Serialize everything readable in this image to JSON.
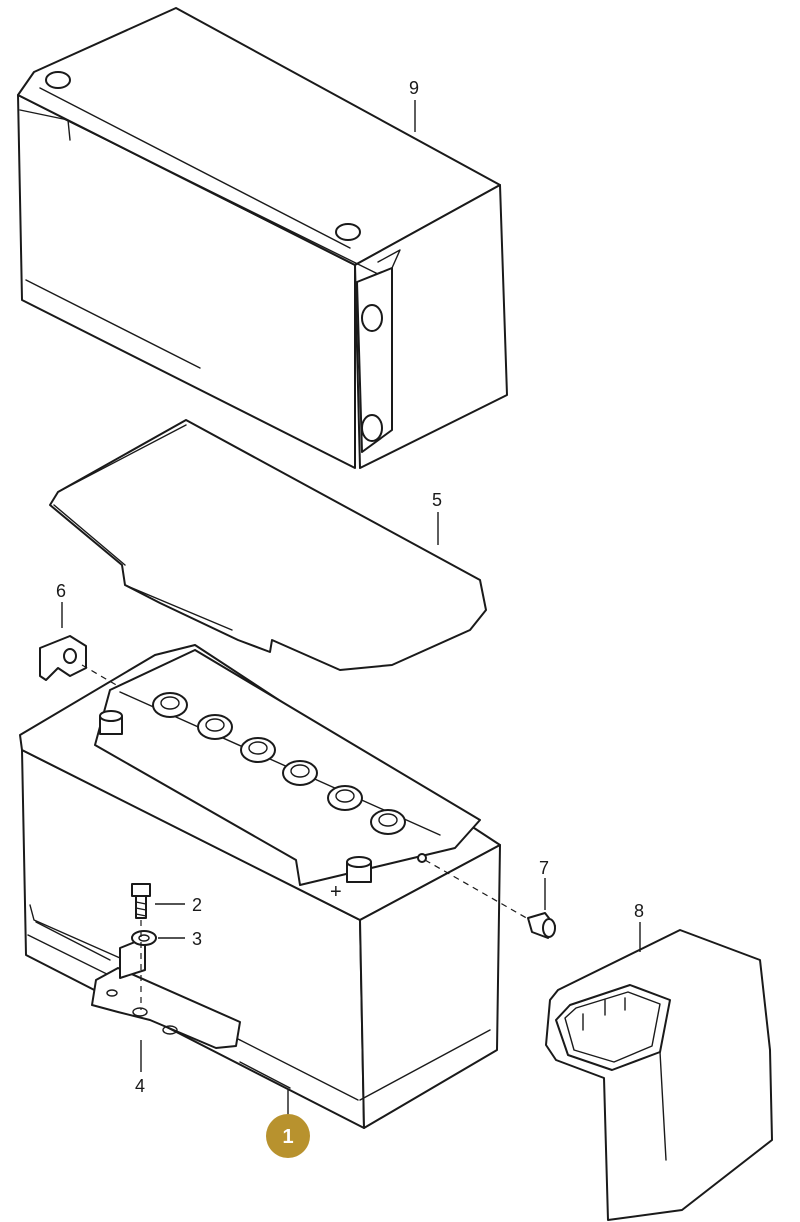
{
  "callouts": {
    "c2": "2",
    "c3": "3",
    "c4": "4",
    "c5": "5",
    "c6": "6",
    "c7": "7",
    "c8": "8",
    "c9": "9"
  },
  "badge": {
    "label": "1",
    "color": "#b8922e"
  },
  "terminal_symbol": "+",
  "line_color": "#1a1a1a"
}
